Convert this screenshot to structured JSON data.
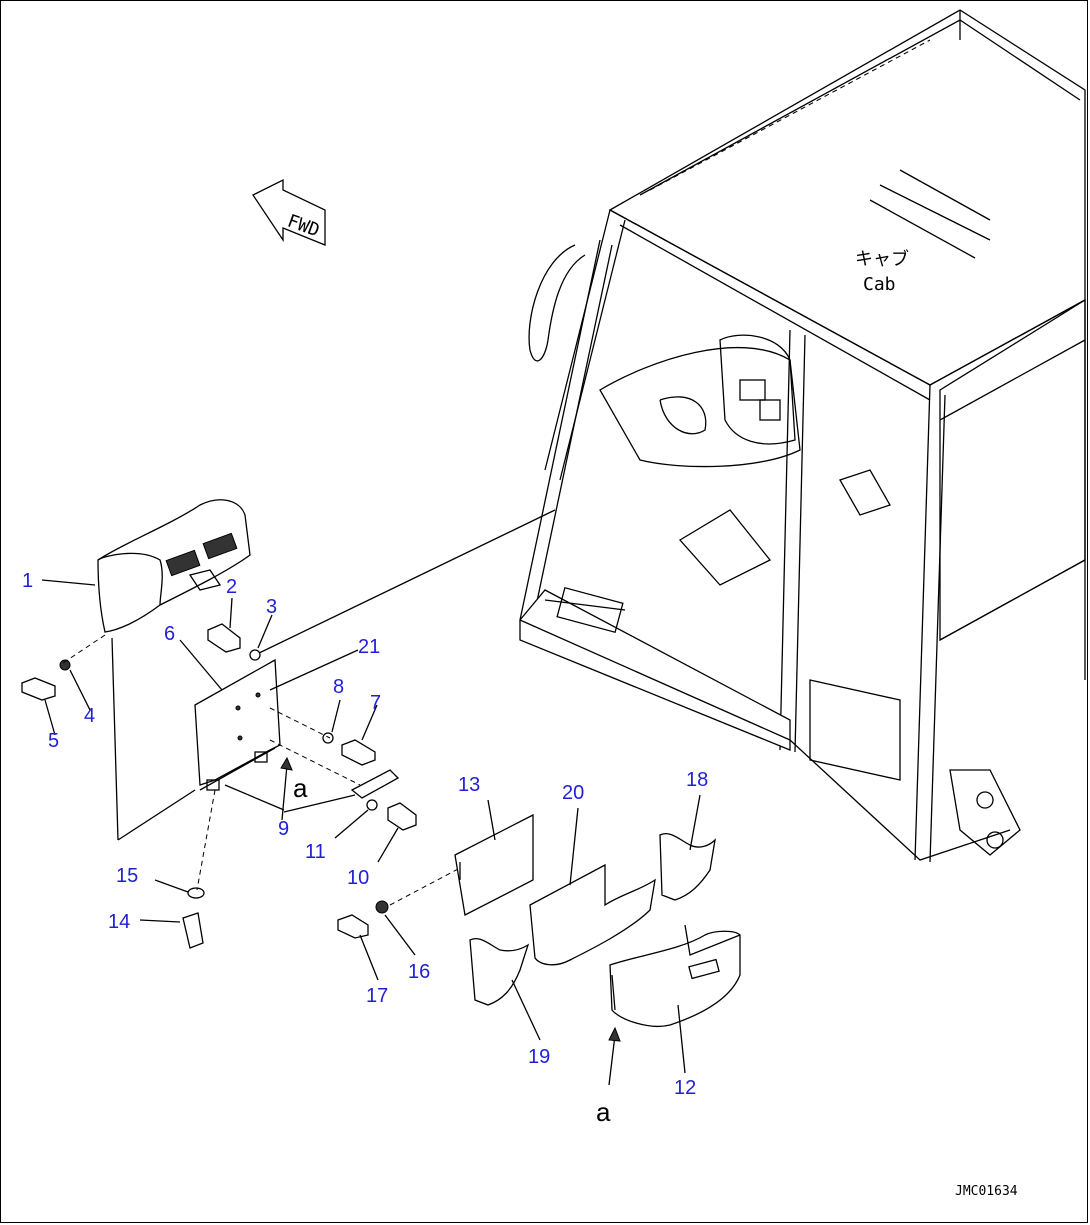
{
  "diagram": {
    "fwd_label": "FWD",
    "cab_label_jp": "キャブ",
    "cab_label_en": "Cab",
    "view_marker_a": "a",
    "view_marker_a2": "a",
    "drawing_id": "JMC01634"
  },
  "callouts": [
    "1",
    "2",
    "3",
    "4",
    "5",
    "6",
    "7",
    "8",
    "9",
    "10",
    "11",
    "12",
    "13",
    "14",
    "15",
    "16",
    "17",
    "18",
    "19",
    "20",
    "21"
  ],
  "colors": {
    "callout": "#1f1fd6",
    "line": "#000000",
    "background": "#ffffff"
  }
}
